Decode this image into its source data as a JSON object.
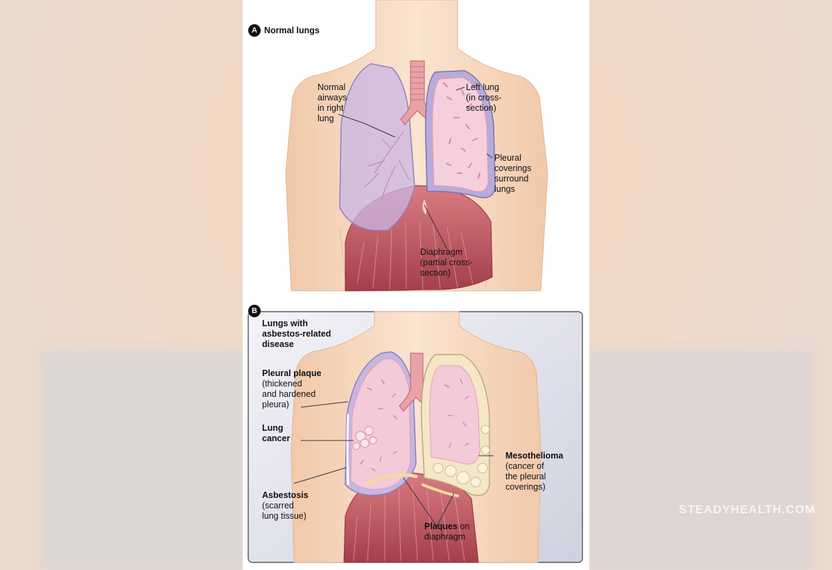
{
  "panel_a": {
    "badge": "A",
    "title": "Normal lungs",
    "labels": {
      "airways": "Normal\nairways\nin right\nlung",
      "left_lung": "Left lung\n(in cross-\nsection)",
      "pleural": "Pleural\ncoverings\nsurround\nlungs",
      "diaphragm": "Diaphragm\n(partial cross-\nsection)"
    }
  },
  "panel_b": {
    "badge": "B",
    "title": "Lungs with\nasbestos-related\ndisease",
    "labels": {
      "plaque_title": "Pleural plaque",
      "plaque_desc": "(thickened\n and hardened\n pleura)",
      "cancer": "Lung\ncancer",
      "asbestosis_title": "Asbestosis",
      "asbestosis_desc": "(scarred\n lung tissue)",
      "meso_title": "Mesothelioma",
      "meso_desc": "(cancer of\nthe pleural\ncoverings)",
      "plaques_bold": "Plaques",
      "plaques_rest": " on\ndiaphragm"
    }
  },
  "watermark": "STEADYHEALTH.COM",
  "colors": {
    "skin": "#f6d8bf",
    "lung_normal": "#f4c8d6",
    "lung_cover": "#b7a6d6",
    "muscle": "#b8505a",
    "panel_b_bg": "#e3e4ee"
  }
}
